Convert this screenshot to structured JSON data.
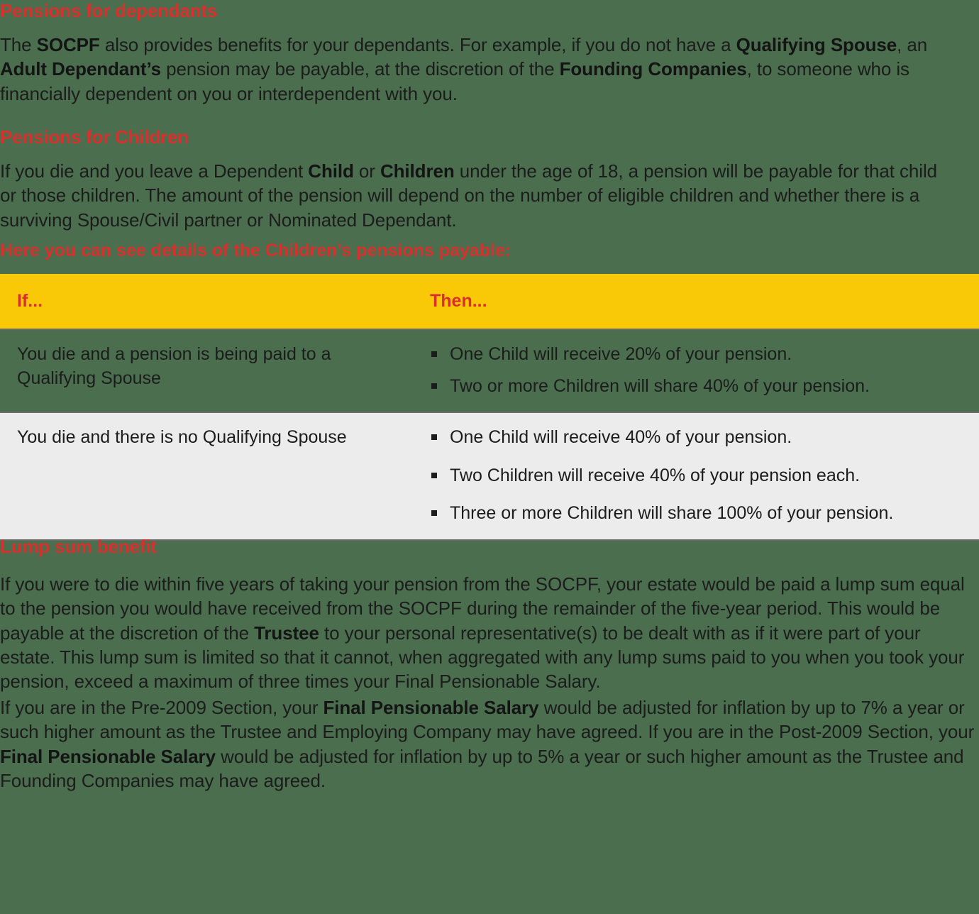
{
  "colors": {
    "background": "#4a6e4e",
    "heading": "#d8302c",
    "table_header_bg": "#f9c908",
    "table_row_alt_bg": "#ececec",
    "rule": "#6b6b6b",
    "text": "#1c1c1c"
  },
  "sections": {
    "dependants": {
      "heading": "Pensions for dependants",
      "paragraph_html": "The <b>SOCPF</b> also provides benefits for your dependants. For example, if you do not have a <b>Qualifying Spouse</b>, an <b>Adult Dependant’s</b> pension may be payable, at the discretion of the <b>Founding Companies</b>, to someone who is financially dependent on you or interdependent with you."
    },
    "children": {
      "heading": "Pensions for Children",
      "paragraph_html": "If you die and you leave a Dependent <b>Child</b> or <b>Children</b> under the age of 18, a pension will be payable for that child or those children. The amount of the pension will depend on the number of eligible children and whether there is a surviving Spouse/Civil partner or Nominated Dependant.",
      "table_intro": "Here you can see details of the Children’s pensions payable:"
    },
    "lump_sum": {
      "heading": "Lump sum benefit",
      "paragraph1_html": "If you were to die within five years of taking your pension from the SOCPF, your estate would be paid a lump sum equal to the pension you would have received from the SOCPF during the remainder of the five-year period. This would be payable at the discretion of the <b>Trustee</b> to your personal representative(s) to be dealt with as if it were part of your estate. This lump sum is limited so that it cannot, when aggregated with any lump sums paid to you when you took your pension, exceed a maximum of three times your Final Pensionable Salary.",
      "paragraph2_html": "If you are in the Pre-2009 Section, your <b>Final Pensionable Salary</b> would be adjusted for inflation by up to 7% a year or such higher amount as the Trustee and Employing Company may have agreed. If you are in the Post-2009 Section, your <b>Final Pensionable Salary</b> would be adjusted for inflation by up to 5% a year or such higher amount as the Trustee and Founding Companies may have agreed."
    }
  },
  "table": {
    "headers": {
      "if": "If...",
      "then": "Then..."
    },
    "rows": [
      {
        "condition": "You die and a pension is being paid to a Qualifying Spouse",
        "outcomes": [
          "One Child will receive 20% of your pension.",
          "Two or more Children will share 40% of your pension."
        ]
      },
      {
        "condition": "You die and there is no Qualifying Spouse",
        "outcomes": [
          "One Child will receive 40% of your pension.",
          "Two Children will receive 40% of your pension each.",
          "Three or more Children will share 100% of your pension."
        ]
      }
    ]
  }
}
